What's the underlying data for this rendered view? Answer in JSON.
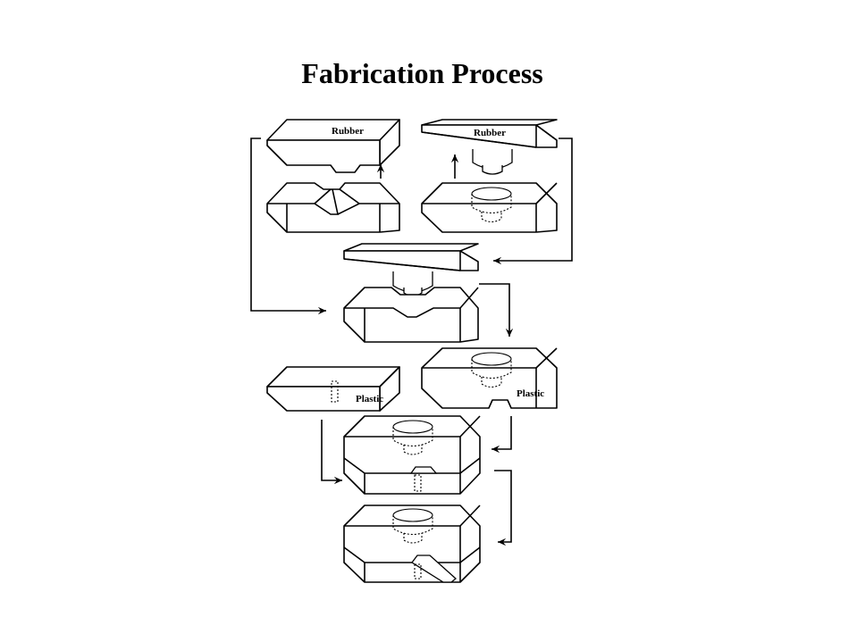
{
  "title": "Fabrication Process",
  "labels": {
    "rubber_left": "Rubber",
    "rubber_right": "Rubber",
    "plastic_left": "Plastic",
    "plastic_right": "Plastic"
  },
  "colors": {
    "line": "#000000",
    "background": "#ffffff"
  }
}
